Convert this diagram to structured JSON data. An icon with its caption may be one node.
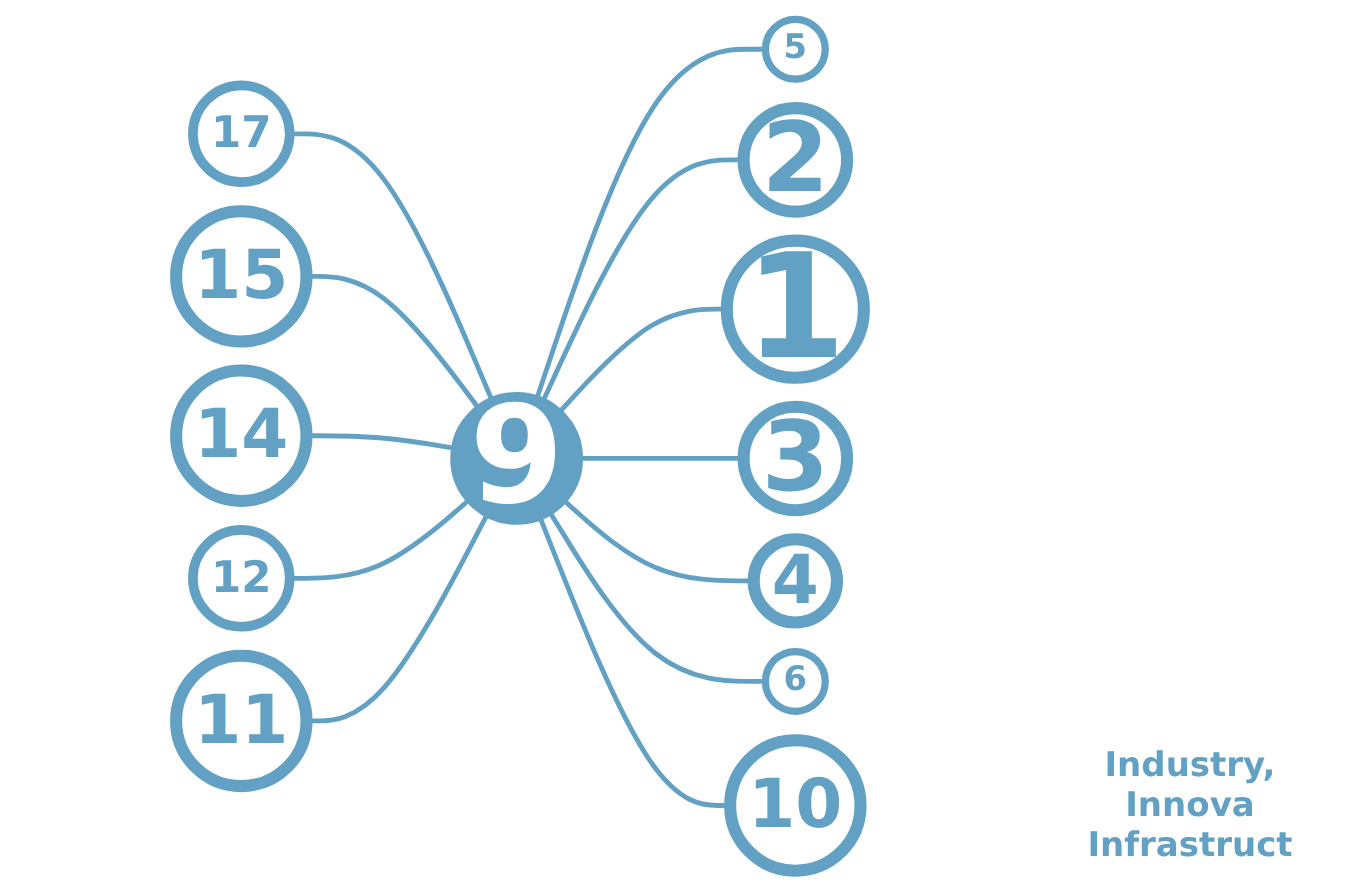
{
  "diagram": {
    "nodes": [
      {
        "text": [
          "1"
        ]
      },
      {
        "text": [
          "2"
        ]
      },
      {
        "text": [
          "17"
        ]
      },
      {
        "text": [
          "5"
        ]
      },
      {
        "text": [
          "15"
        ]
      },
      {
        "text": [
          "9"
        ]
      },
      {
        "text": [
          "3"
        ]
      },
      {
        "text": [
          "14"
        ]
      },
      {
        "text": [
          "4"
        ]
      },
      {
        "text": [
          "6"
        ]
      },
      {
        "text": [
          "12"
        ]
      },
      {
        "text": [
          "11"
        ]
      },
      {
        "text": [
          "10"
        ]
      }
    ],
    "edges": [
      {
        "from": 2,
        "to": 5,
        "arrow": "none"
      },
      {
        "from": 4,
        "to": 5,
        "arrow": "none"
      },
      {
        "from": 7,
        "to": 5,
        "arrow": "none"
      },
      {
        "from": 10,
        "to": 5,
        "arrow": "none"
      },
      {
        "from": 11,
        "to": 5,
        "arrow": "none"
      },
      {
        "from": 5,
        "to": 3,
        "arrow": "none"
      },
      {
        "from": 5,
        "to": 1,
        "arrow": "none"
      },
      {
        "from": 5,
        "to": 0,
        "arrow": "none"
      },
      {
        "from": 5,
        "to": 6,
        "arrow": "none"
      },
      {
        "from": 5,
        "to": 8,
        "arrow": "none"
      },
      {
        "from": 5,
        "to": 9,
        "arrow": "none"
      },
      {
        "from": 5,
        "to": 12,
        "arrow": "none"
      }
    ],
    "labels": [
      "Industry, Innova Infrastruct"
    ]
  }
}
